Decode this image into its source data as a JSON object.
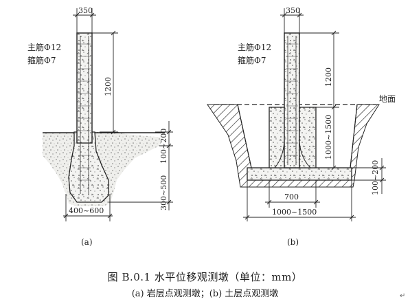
{
  "figure": {
    "caption_title": "图 B.0.1   水平位移观测墩（单位：mm）",
    "caption_sub": "(a) 岩层点观测墩；(b) 土层点观测墩",
    "return_mark": "↵"
  },
  "panel_a": {
    "label": "(a)",
    "rebar_main": "主筋Φ12",
    "rebar_stirrup": "箍筋Φ7",
    "dim_column_width": "350",
    "dim_column_height": "1200",
    "dim_embed_depth": "100~200",
    "dim_base_depth": "300~500",
    "dim_base_width": "400~600"
  },
  "panel_b": {
    "label": "(b)",
    "rebar_main": "主筋Φ12",
    "rebar_stirrup": "箍筋Φ7",
    "ground_label": "地面",
    "dim_column_width": "350",
    "dim_column_height": "1200",
    "dim_pier_depth": "1000~1500",
    "dim_slab_thickness": "100~200",
    "dim_pier_width": "700",
    "dim_slab_width": "1000~1500"
  }
}
